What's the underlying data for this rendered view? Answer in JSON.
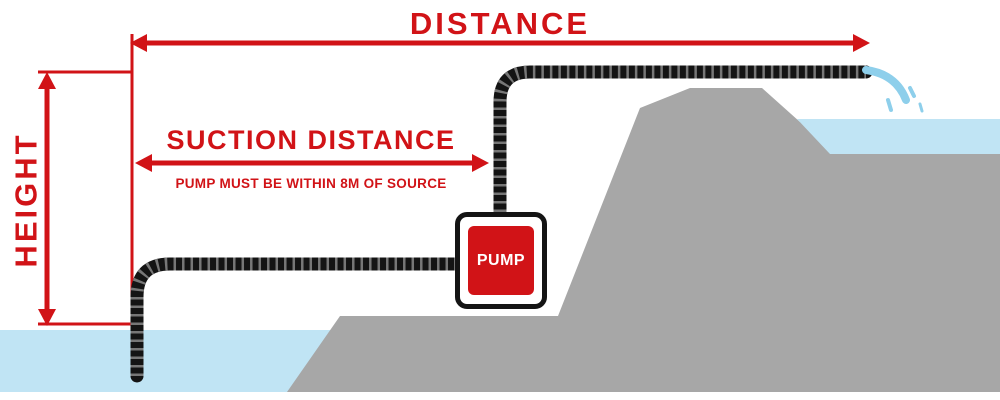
{
  "labels": {
    "distance": "DISTANCE",
    "height": "HEIGHT",
    "suction_distance": "SUCTION DISTANCE",
    "suction_note": "PUMP MUST BE WITHIN 8M OF SOURCE",
    "pump": "PUMP"
  },
  "colors": {
    "accent_red": "#d11317",
    "terrain_gray": "#a7a7a7",
    "water_blue": "#c0e4f4",
    "spray_blue": "#8ecfeb",
    "hose_black": "#141414",
    "pump_red": "#d11317",
    "background": "#ffffff"
  }
}
